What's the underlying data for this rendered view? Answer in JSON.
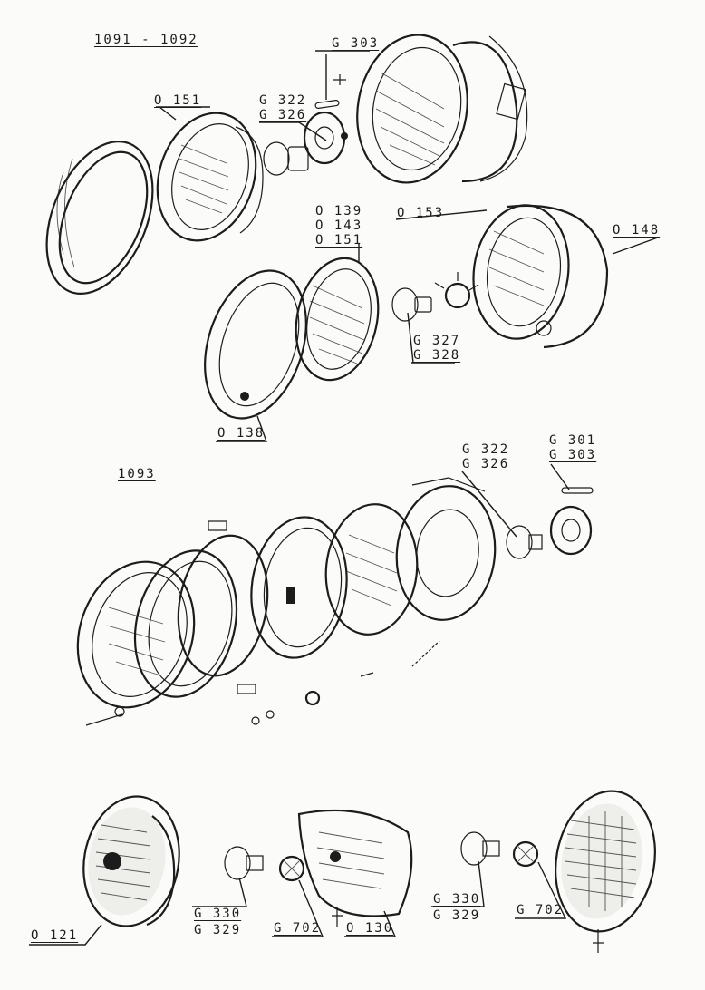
{
  "section_titles": {
    "top": "1091 - 1092",
    "middle": "1093"
  },
  "callouts": {
    "o151_top": "O 151",
    "g322_top": "G 322",
    "g326_top": "G 326",
    "g303_top": "G 303",
    "o139": "O 139",
    "o143": "O 143",
    "o151_mid": "O 151",
    "o153": "O 153",
    "o148": "O 148",
    "g327": "G 327",
    "g328": "G 328",
    "o138": "O 138",
    "g322_mid": "G 322",
    "g326_mid": "G 326",
    "g301": "G 301",
    "g303_mid": "G 303",
    "o121": "O 121",
    "g330_left": "G 330",
    "g329_left": "G 329",
    "g702_left": "G 702",
    "o130": "O 130",
    "g330_right": "G 330",
    "g329_right": "G 329",
    "g702_right": "G 702"
  }
}
